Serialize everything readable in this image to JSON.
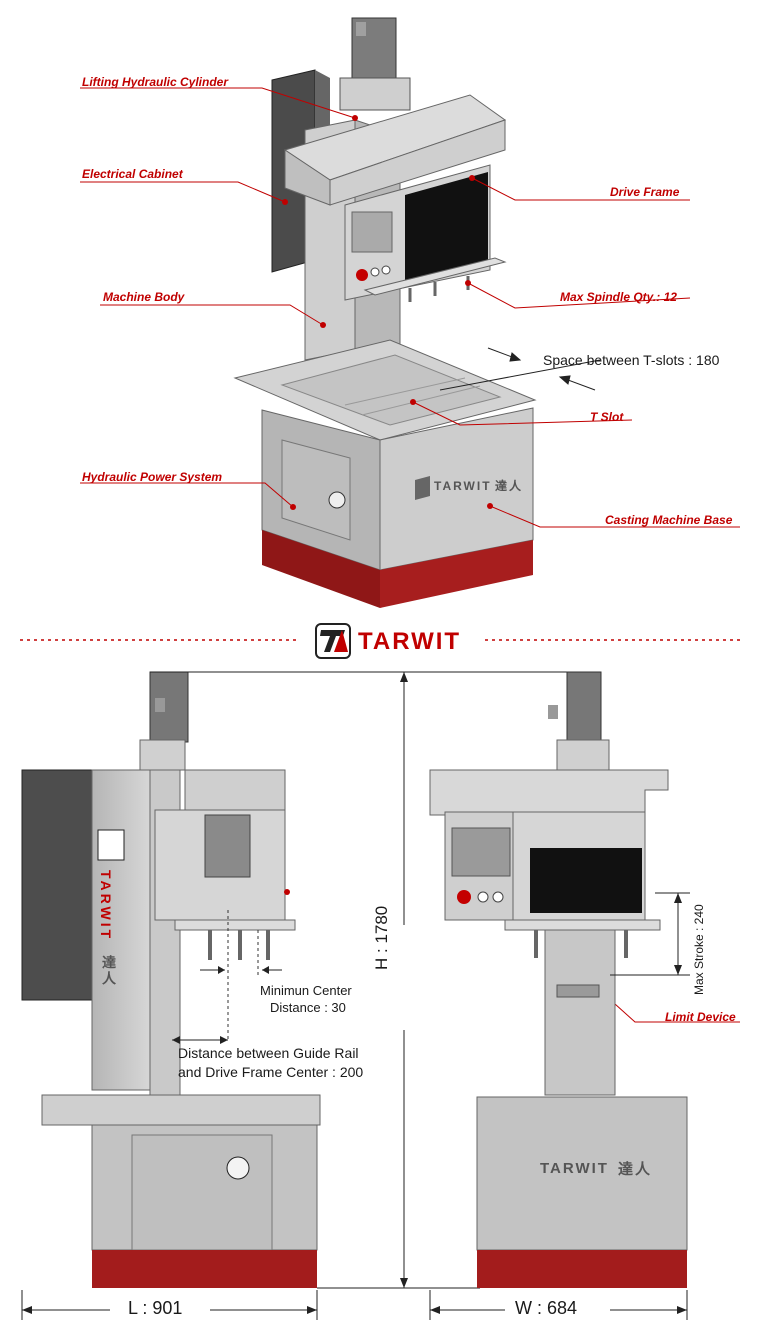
{
  "labels": {
    "lifting_cylinder": "Lifting Hydraulic Cylinder",
    "electrical_cabinet": "Electrical Cabinet",
    "drive_frame": "Drive Frame",
    "machine_body": "Machine Body",
    "max_spindle": "Max Spindle Qty.: 12",
    "t_slot": "T Slot",
    "hydraulic_power": "Hydraulic Power System",
    "casting_base": "Casting Machine Base",
    "limit_device": "Limit Device"
  },
  "dimensions": {
    "t_slot_space": "Space between T-slots : 180",
    "min_center_1": "Minimun Center",
    "min_center_2": "Distance : 30",
    "guide_rail_1": "Distance between Guide Rail",
    "guide_rail_2": "and Drive Frame Center : 200",
    "height": "H : 1780",
    "max_stroke": "Max Stroke : 240",
    "length": "L : 901",
    "width": "W : 684"
  },
  "brand": {
    "name": "TARWIT",
    "cn": "達人"
  },
  "colors": {
    "accent": "#c00000",
    "machine_gray": "#c8c8c8",
    "dark_gray": "#555555",
    "base_red": "#a31c1c"
  }
}
